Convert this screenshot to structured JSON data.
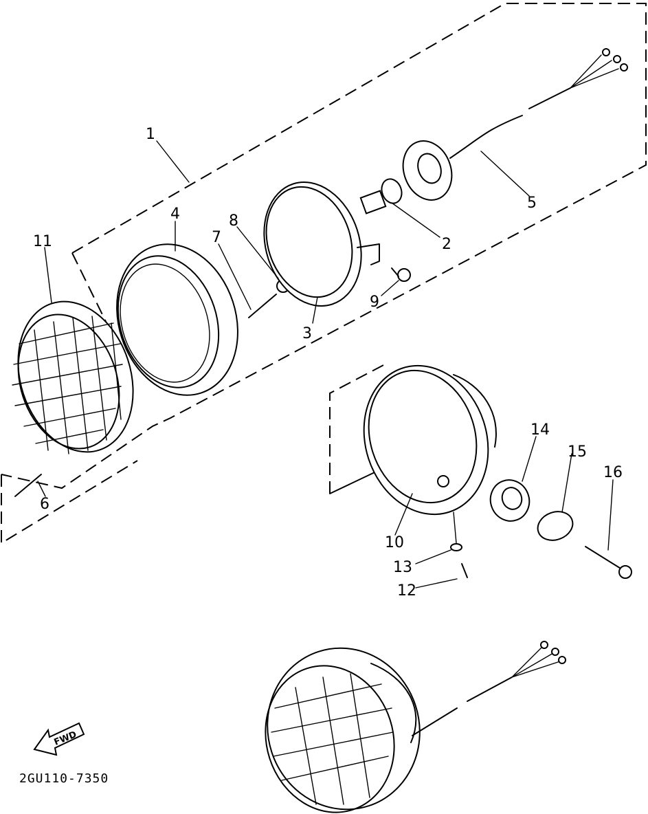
{
  "diagram": {
    "part_numbers": [
      "1",
      "2",
      "3",
      "4",
      "5",
      "6",
      "7",
      "8",
      "9",
      "10",
      "11",
      "12",
      "13",
      "14",
      "15",
      "16"
    ],
    "drawing_code": "2GU110-7350",
    "direction_arrow_text": "FWD"
  },
  "colors": {
    "ink": "#000000",
    "paper": "#ffffff"
  }
}
